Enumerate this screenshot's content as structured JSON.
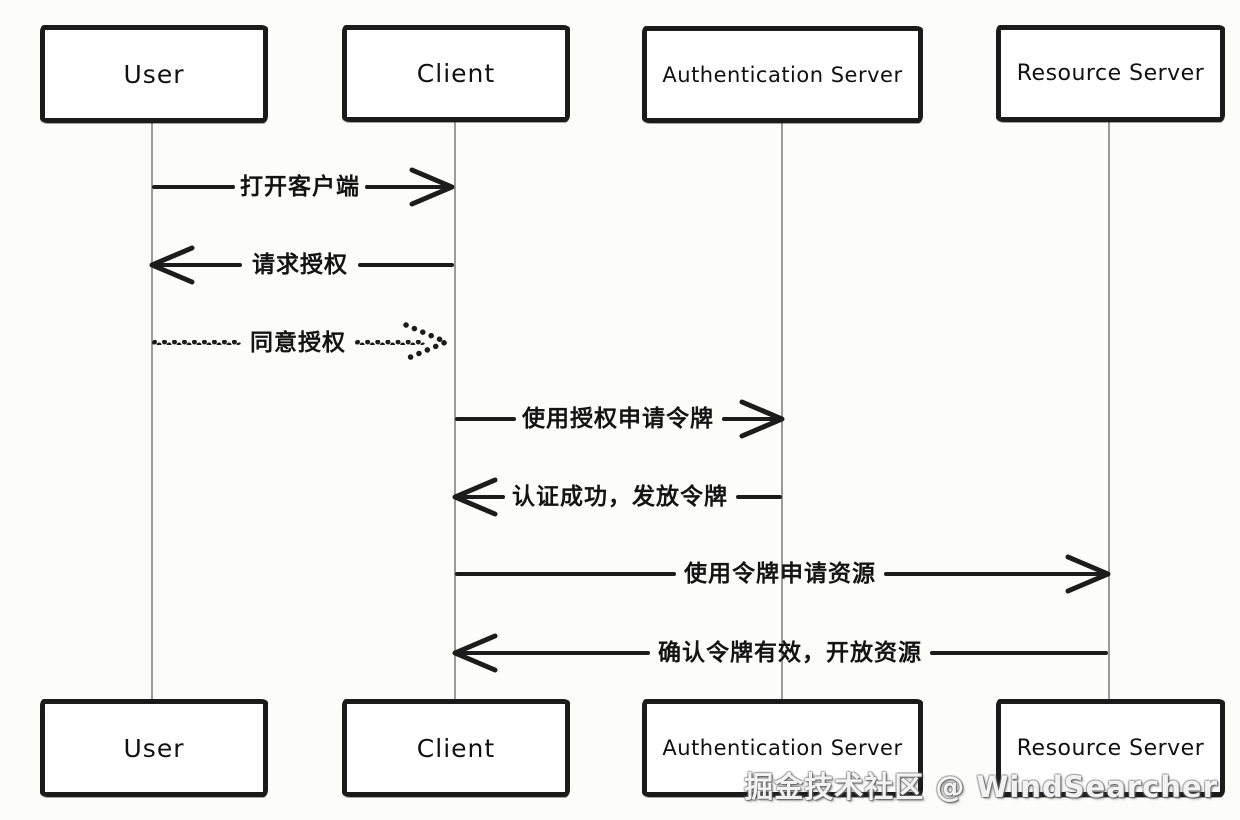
{
  "diagram": {
    "type": "sequence-diagram",
    "topic": "OAuth authorization flow",
    "background_color": "#fcfcfb",
    "stroke_color": "#1c1c1c",
    "lifeline_color": "#9b9b9b",
    "actors": [
      {
        "name": "User"
      },
      {
        "name": "Client"
      },
      {
        "name": "Authentication Server"
      },
      {
        "name": "Resource Server"
      }
    ],
    "messages": [
      {
        "label": "打开客户端",
        "from": "User",
        "to": "Client",
        "style": "solid",
        "direction": "right"
      },
      {
        "label": "请求授权",
        "from": "Client",
        "to": "User",
        "style": "solid",
        "direction": "left"
      },
      {
        "label": "同意授权",
        "from": "User",
        "to": "Client",
        "style": "dotted",
        "direction": "right"
      },
      {
        "label": "使用授权申请令牌",
        "from": "Client",
        "to": "Authentication Server",
        "style": "solid",
        "direction": "right"
      },
      {
        "label": "认证成功，发放令牌",
        "from": "Authentication Server",
        "to": "Client",
        "style": "solid",
        "direction": "left"
      },
      {
        "label": "使用令牌申请资源",
        "from": "Client",
        "to": "Resource Server",
        "style": "solid",
        "direction": "right"
      },
      {
        "label": "确认令牌有效，开放资源",
        "from": "Resource Server",
        "to": "Client",
        "style": "solid",
        "direction": "left"
      }
    ],
    "watermark": "掘金技术社区 @ WindSearcher"
  }
}
